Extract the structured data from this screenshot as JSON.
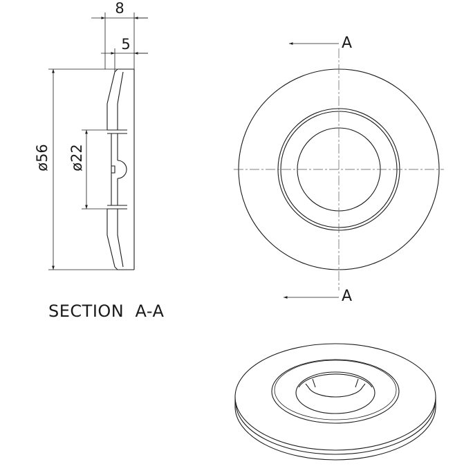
{
  "dimensions": {
    "thickness_total": "8",
    "thickness_step": "5",
    "outer_diameter": "ø56",
    "inner_diameter": "ø22"
  },
  "section_marks": {
    "top": "A",
    "bottom": "A"
  },
  "section_title": "SECTION  A-A"
}
